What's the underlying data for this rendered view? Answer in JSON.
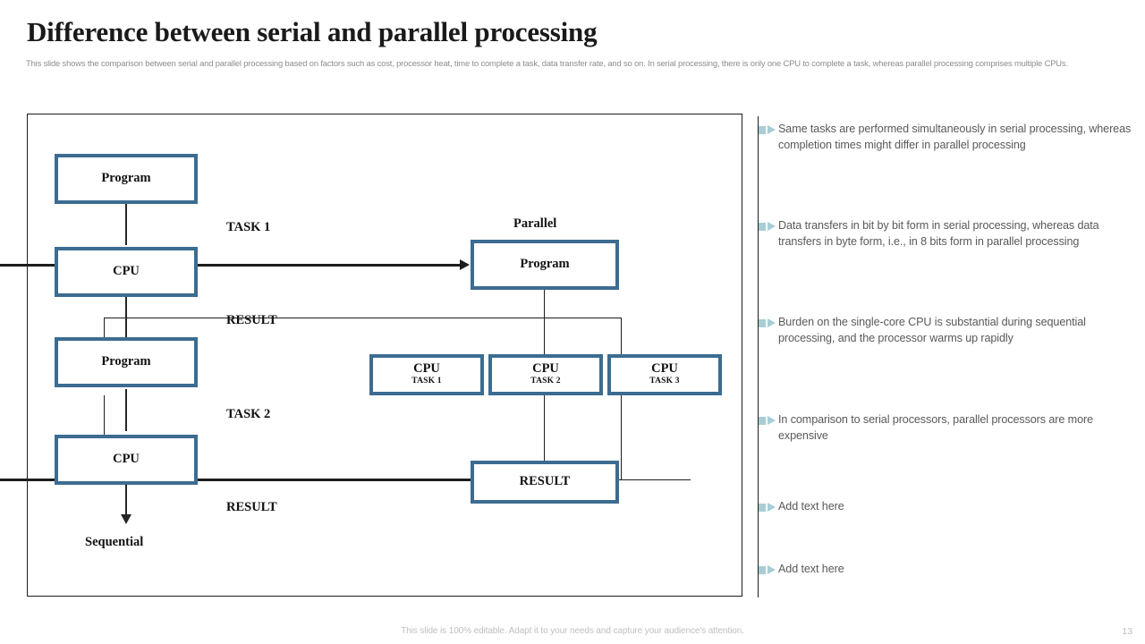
{
  "header": {
    "title": "Difference between serial and parallel processing",
    "subtitle": "This slide shows the comparison between serial and parallel processing based on factors such as cost, processor heat, time to complete a task, data transfer rate, and so on. In serial processing, there is only one CPU to complete a task, whereas parallel processing comprises multiple CPUs."
  },
  "diagram": {
    "serial": {
      "caption": "Sequential",
      "boxes": [
        {
          "title": "Program"
        },
        {
          "title": "CPU"
        },
        {
          "title": "Program"
        },
        {
          "title": "CPU"
        }
      ],
      "stage_labels": [
        "TASK 1",
        "RESULT",
        "TASK 2",
        "RESULT"
      ]
    },
    "parallel": {
      "caption": "Parallel",
      "program_box": {
        "title": "Program"
      },
      "cpu_boxes": [
        {
          "title": "CPU",
          "task": "TASK 1"
        },
        {
          "title": "CPU",
          "task": "TASK 2"
        },
        {
          "title": "CPU",
          "task": "TASK 3"
        }
      ],
      "result_box": {
        "title": "RESULT"
      }
    }
  },
  "bullets": [
    {
      "text": "Same tasks are performed simultaneously in serial processing, whereas completion times might differ in parallel processing"
    },
    {
      "text": "Data transfers in bit by bit form in serial processing, whereas data transfers in byte form, i.e., in 8 bits form in parallel processing"
    },
    {
      "text": "Burden on the single-core CPU is substantial during sequential processing, and the processor warms up rapidly"
    },
    {
      "text": "In comparison to serial processors, parallel processors are more expensive"
    },
    {
      "text": "Add text here"
    },
    {
      "text": "Add text here"
    }
  ],
  "footer": {
    "note": "This slide is 100% editable. Adapt it to your needs and capture your audience's attention.",
    "page_number": "13"
  },
  "colors": {
    "box_border": "#3c6c91",
    "connector": "#1d1d1d",
    "bullet_marker": "#a8cdd4",
    "title": "#1a1a1a",
    "body_text": "#58595b",
    "muted": "#bfbfbf"
  }
}
